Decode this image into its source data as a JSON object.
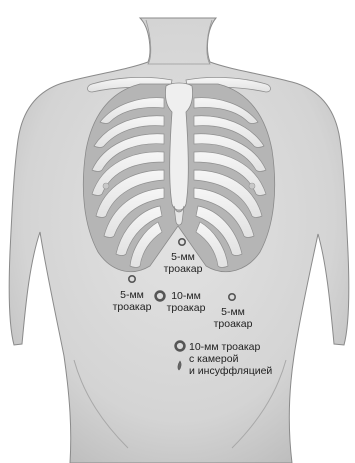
{
  "colors": {
    "skin": "#d9d9d9",
    "skin_shadow": "#bdbdbd",
    "bone": "#f1f1f1",
    "bone_edge": "#8f8f8f",
    "gap": "#a9a9a9",
    "marker": "#555555",
    "text": "#222222"
  },
  "ports": [
    {
      "id": "port-top",
      "size_mm": 5,
      "lines": [
        "5-мм",
        "троакар"
      ]
    },
    {
      "id": "port-left",
      "size_mm": 5,
      "lines": [
        "5-мм",
        "троакар"
      ]
    },
    {
      "id": "port-center",
      "size_mm": 10,
      "lines": [
        "10-мм",
        "троакар"
      ]
    },
    {
      "id": "port-right",
      "size_mm": 5,
      "lines": [
        "5-мм",
        "троакар"
      ]
    },
    {
      "id": "port-umbilical",
      "size_mm": 10,
      "lines": [
        "10-мм троакар",
        "с камерой",
        "и инсуффляцией"
      ]
    }
  ],
  "icons": {
    "port_marker": "ring-icon",
    "navel": "navel-icon"
  }
}
